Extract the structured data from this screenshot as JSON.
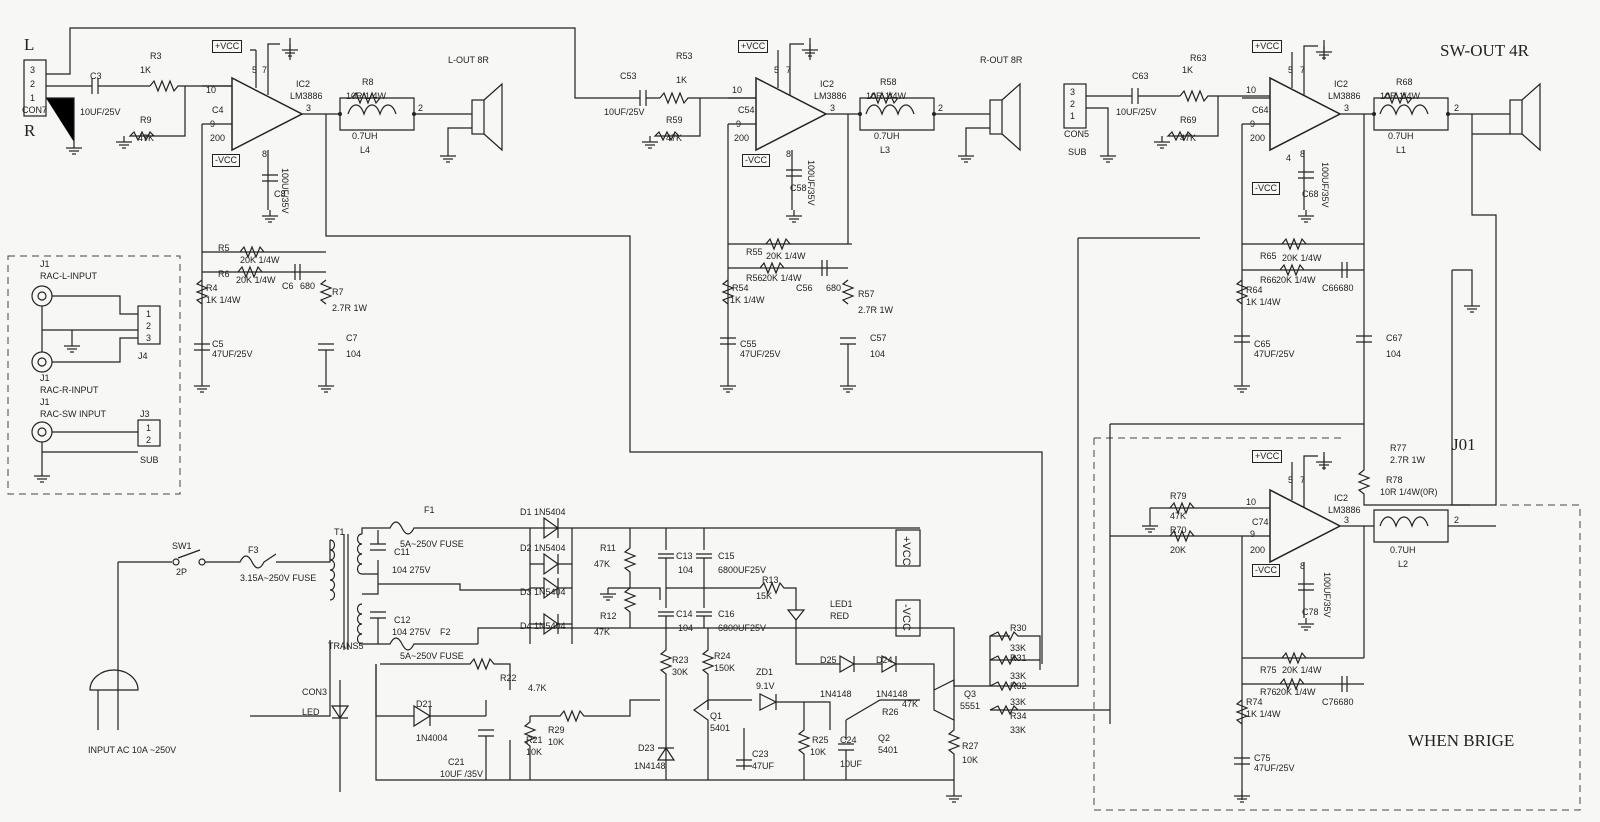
{
  "labels": {
    "L": "L",
    "R": "R",
    "SW_OUT": "SW-OUT  4R",
    "L_OUT": "L-OUT  8R",
    "R_OUT": "R-OUT  8R",
    "J01": "J01",
    "WHEN_BRIGE": "WHEN BRIGE",
    "CON7": "CON7",
    "CON5": "CON5",
    "SUB": "SUB",
    "CON3": "CON3",
    "LED": "LED",
    "C3": "C3",
    "C3v": "10UF/25V",
    "R3": "R3",
    "R3v": "1K",
    "R9": "R9",
    "R9v": "47K",
    "C4": "C4",
    "IC2a": "IC2",
    "LM3886a": "LM3886",
    "VCCa": "+VCC",
    "nVCCa": "-VCC",
    "p10a": "10",
    "p9a": "9",
    "p200a": "200",
    "R8": "R8",
    "R8v": "10R  1/4W",
    "L4v": "0.7UH",
    "L4": "L4",
    "C8": "C8",
    "C8v": "100UF/35V",
    "R5": "R5",
    "R5v": "20K  1/4W",
    "R6": "R6",
    "R6v": "20K  1/4W",
    "C6": "C6",
    "C6v": "680",
    "R4": "R4",
    "R4v": "1K  1/4W",
    "R7": "R7",
    "R7v": "2.7R    1W",
    "C7": "C7",
    "C7v": "104",
    "C5": "C5",
    "C5v": "47UF/25V",
    "C53": "C53",
    "C53v": "10UF/25V",
    "R53": "R53",
    "R53v": "1K",
    "R59": "R59",
    "R59v": "47K",
    "C54": "C54",
    "IC2b": "IC2",
    "LM3886b": "LM3886",
    "VCCb": "+VCC",
    "nVCCb": "-VCC",
    "p10b": "10",
    "p9b": "9",
    "p200b": "200",
    "R58": "R58",
    "R58v": "10R  1/4W",
    "L3v": "0.7UH",
    "L3": "L3",
    "C58": "C58",
    "C58v": "100UF/35V",
    "R55": "R55",
    "R55v": "20K  1/4W",
    "R56": "R56",
    "R56v": "20K  1/4W",
    "C56": "C56",
    "C56v": "680",
    "R54": "R54",
    "R54v": "1K  1/4W",
    "R57": "R57",
    "R57v": "2.7R    1W",
    "C57": "C57",
    "C57v": "104",
    "C55": "C55",
    "C55v": "47UF/25V",
    "C63": "C63",
    "C63v": "10UF/25V",
    "R63": "R63",
    "R63v": "1K",
    "R69": "R69",
    "R69v": "47K",
    "C64": "C64",
    "IC2c": "IC2",
    "LM3886c": "LM3886",
    "VCCc": "+VCC",
    "nVCCc": "-VCC",
    "p10c": "10",
    "p9c": "9",
    "p200c": "200",
    "R68": "R68",
    "R68v": "10R  1/4W",
    "L1v": "0.7UH",
    "L1": "L1",
    "C68": "C68",
    "C68v": "100UF/35V",
    "R65": "R65",
    "R65v": "20K  1/4W",
    "R66": "R66",
    "R66v": "20K  1/4W",
    "C66": "C66680",
    "R64": "R64",
    "R64v": "1K  1/4W",
    "C67": "C67",
    "C67v": "104",
    "C65": "C65",
    "C65v": "47UF/25V",
    "J1a": "J1",
    "RACL": "RAC-L-INPUT",
    "J4": "J4",
    "J1b": "J1",
    "RACR": "RAC-R-INPUT",
    "J1c": "J1",
    "RACSW": "RAC-SW INPUT",
    "J3": "J3",
    "J3sub": "SUB",
    "R77": "R77",
    "R77v": "2.7R    1W",
    "R78": "R78",
    "R78v": "10R  1/4W(0R)",
    "R79": "R79",
    "R79v": "47K",
    "R70": "R70",
    "R70v": "20K",
    "IC2d": "IC2",
    "LM3886d": "LM3886",
    "VCCd": "+VCC",
    "nVCCd": "-VCC",
    "p10d": "10",
    "p9d": "9",
    "p200d": "200",
    "C74": "C74",
    "L2v": "0.7UH",
    "L2": "L2",
    "C78": "C78",
    "C78v": "100UF/35V",
    "R75": "R75",
    "R75v": "20K  1/4W",
    "R76": "R76",
    "R76v": "20K  1/4W",
    "C76": "C76680",
    "R74": "R74",
    "R74v": "1K  1/4W",
    "C75": "C75",
    "C75v": "47UF/25V",
    "SW1": "SW1",
    "SW1v": "2P",
    "F3": "F3",
    "F3v": "3.15A~250V   FUSE",
    "T1": "T1",
    "TRANS5": "TRANS5",
    "F1": "F1",
    "F1v": "5A~250V   FUSE",
    "F2": "F2",
    "F2v": "5A~250V   FUSE",
    "C11": "C11",
    "C11v": "104  275V",
    "C12": "C12",
    "C12v": "104  275V",
    "D1": "D1   1N5404",
    "D2": "D2   1N5404",
    "D3": "D3   1N5404",
    "D4": "D4   1N5404",
    "R11": "R11",
    "R11v": "47K",
    "R12": "R12",
    "R12v": "47K",
    "C13": "C13",
    "C13v": "104",
    "C15": "C15",
    "C15v": "6800UF25V",
    "C14": "C14",
    "C14v": "104",
    "C16": "C16",
    "C16v": "6800UF25V",
    "R13": "R13",
    "R13v": "15K",
    "LED1": "LED1",
    "LED1v": "RED",
    "pVCC": "+VCC",
    "mVCC": "-VCC",
    "AC": "INPUT AC 10A ~250V",
    "R22": "R22",
    "R22v": "4.7K",
    "D21": "D21",
    "D21v": "1N4004",
    "C21": "C21",
    "C21v": "10UF /35V",
    "R21": "R21",
    "R21v": "10K",
    "R29": "R29",
    "R29v": "10K",
    "R23": "R23",
    "R23v": "30K",
    "R24": "R24",
    "R24v": "150K",
    "D23": "D23",
    "D23v": "1N4148",
    "Q1": "Q1",
    "Q1v": "5401",
    "ZD1": "ZD1",
    "ZD1v": "9.1V",
    "C23": "C23",
    "C23v": "47UF",
    "D25": "D25",
    "D25v": "1N4148",
    "D24": "D24",
    "D24v": "1N4148",
    "R26": "R26",
    "R26v": "47K",
    "R25": "R25",
    "R25v": "10K",
    "C24": "C24",
    "C24v": "10UF",
    "Q2": "Q2",
    "Q2v": "5401",
    "Q3": "Q3",
    "Q3v": "5551",
    "R27": "R27",
    "R27v": "10K",
    "R30": "R30",
    "R31": "R31",
    "R32": "R32",
    "R34": "R34",
    "k33a": "33K",
    "k33b": "33K",
    "k33c": "33K",
    "k33d": "33K",
    "n123a": "3",
    "n123b": "2",
    "n123c": "1",
    "m123a": "3",
    "m123b": "2",
    "m123c": "1",
    "j4a": "1",
    "j4b": "2",
    "j4c": "3",
    "j3a": "1",
    "j3b": "2",
    "o3a": "3",
    "o2a": "2",
    "o3b": "3",
    "o2b": "2",
    "o3c": "3",
    "o2c": "2",
    "o3d": "3",
    "o2d": "2",
    "s5a": "5",
    "s7a": "7",
    "s8a": "8",
    "s5b": "5",
    "s7b": "7",
    "s8b": "8",
    "s5c": "5",
    "s7c": "7",
    "s8c": "8",
    "s4c": "4",
    "s5d": "5",
    "s7d": "7",
    "s8d": "8"
  }
}
